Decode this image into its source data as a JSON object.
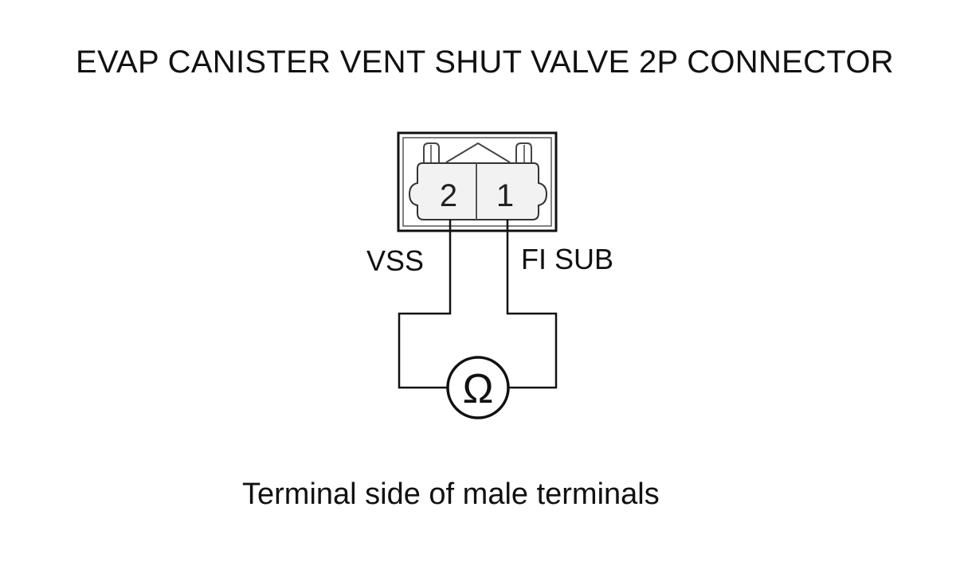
{
  "title": "EVAP CANISTER VENT SHUT VALVE 2P CONNECTOR",
  "connector": {
    "terminals": [
      {
        "number": "2",
        "wire": "VSS"
      },
      {
        "number": "1",
        "wire": "FI SUB"
      }
    ]
  },
  "meter": {
    "symbol": "Ω",
    "icon": "ohmmeter-icon"
  },
  "caption": "Terminal side of male terminals",
  "colors": {
    "line": "#111111",
    "connector_outline": "#333333",
    "connector_fill": "#f2f2f2"
  }
}
